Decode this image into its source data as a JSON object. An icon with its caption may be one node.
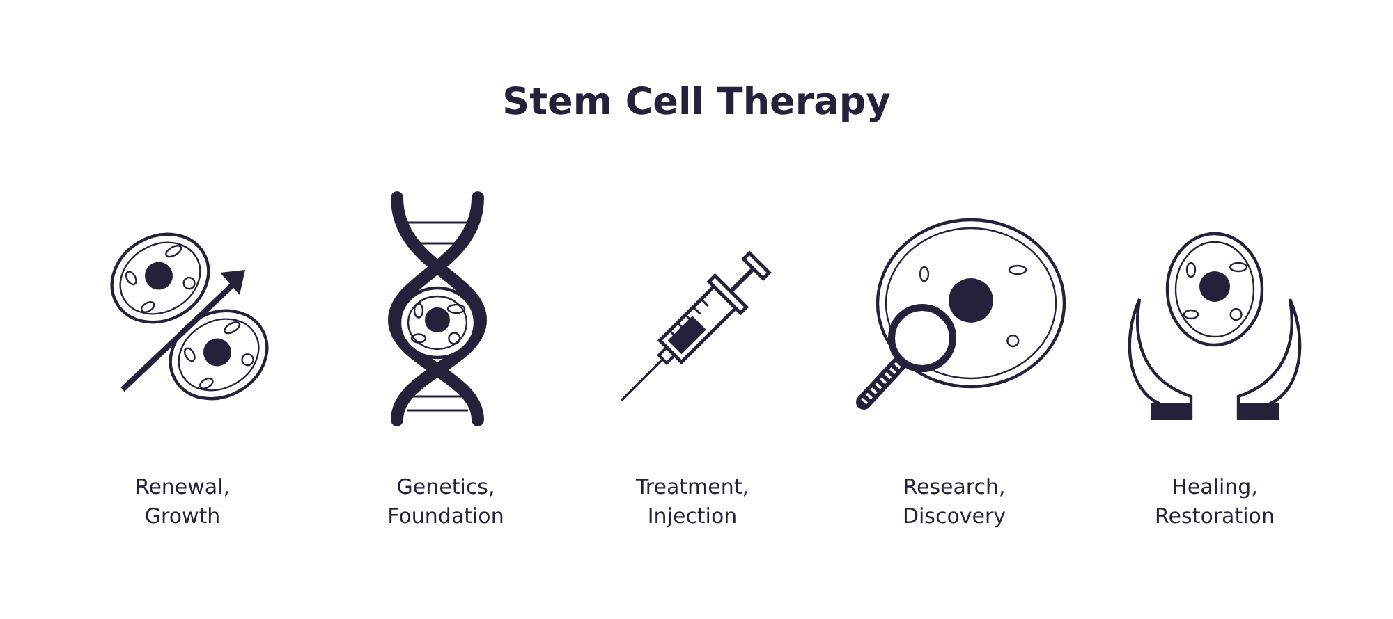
{
  "diagram": {
    "title": "Stem Cell Therapy",
    "labels": [
      "Renewal, Growth",
      "Genetics, Foundation",
      "Treatment, Injection",
      "Research, Discovery",
      "Healing, Restoration"
    ]
  }
}
